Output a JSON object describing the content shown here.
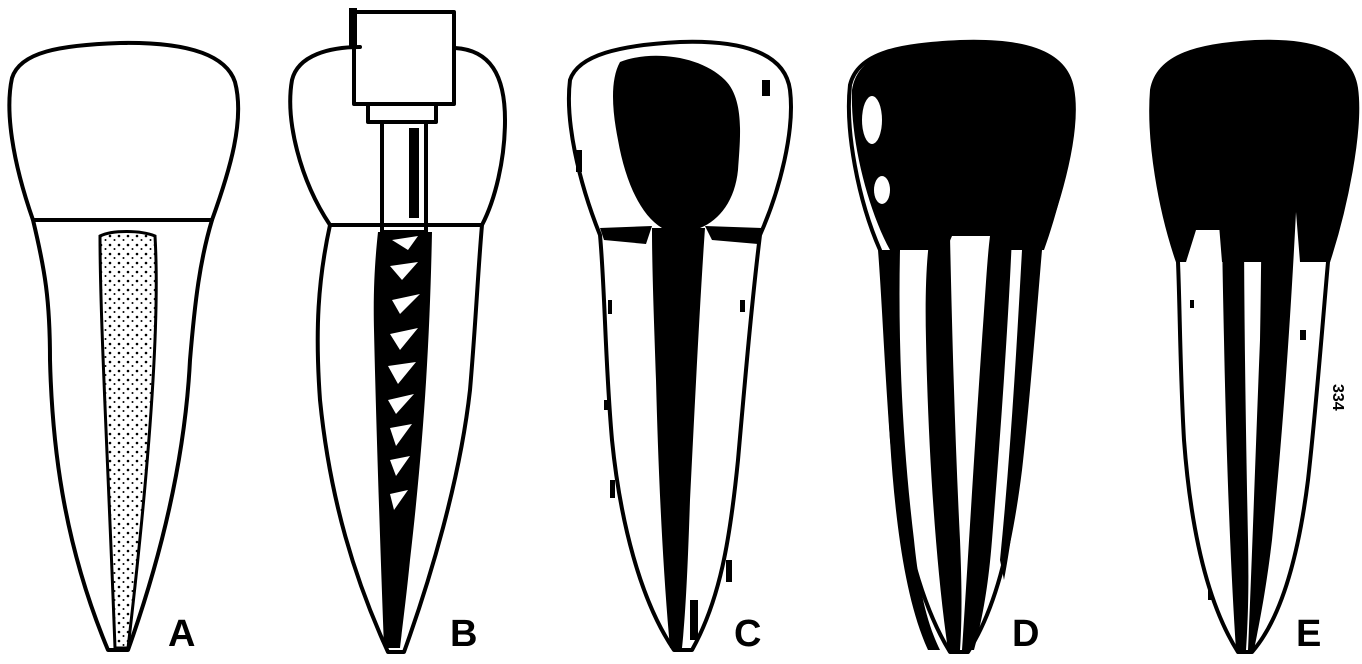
{
  "figure": {
    "panels": [
      {
        "id": "A",
        "label": "A"
      },
      {
        "id": "B",
        "label": "B"
      },
      {
        "id": "C",
        "label": "C"
      },
      {
        "id": "D",
        "label": "D"
      },
      {
        "id": "E",
        "label": "E"
      }
    ],
    "figure_number": "334"
  }
}
